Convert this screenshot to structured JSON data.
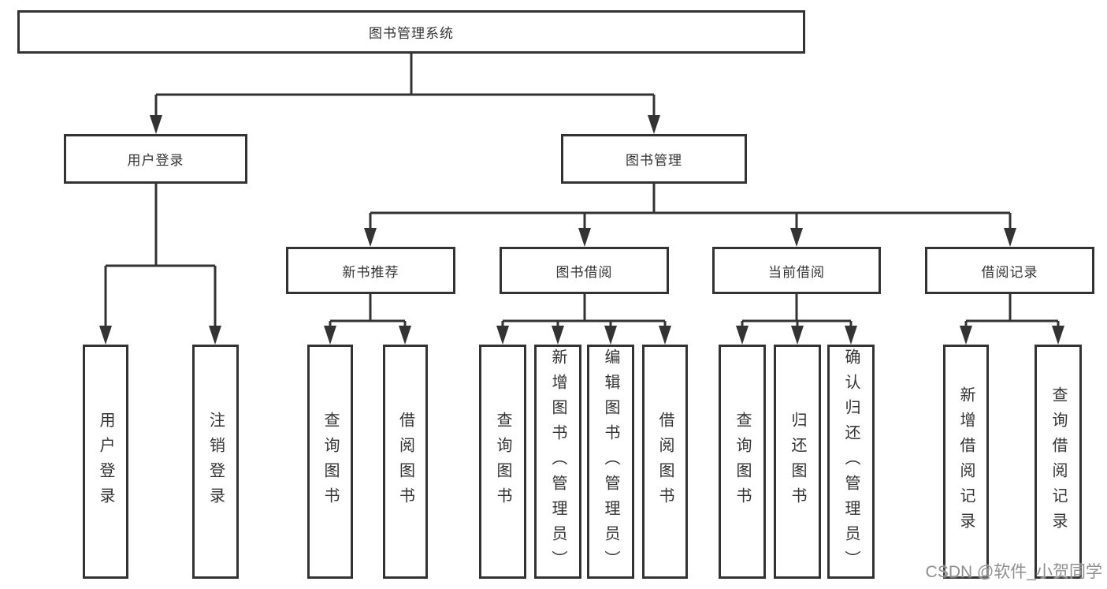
{
  "diagram_type": "hierarchy-diagram",
  "colors": {
    "line": "#333333",
    "box_border": "#333333",
    "box_background": "#ffffff",
    "text": "#333333",
    "watermark_text": "#8f8f8f"
  },
  "tree": {
    "label": "图书管理系统",
    "children": [
      {
        "label": "用户登录",
        "children": [
          {
            "label": "用户登录"
          },
          {
            "label": "注销登录"
          }
        ]
      },
      {
        "label": "图书管理",
        "children": [
          {
            "label": "新书推荐",
            "children": [
              {
                "label": "查询图书"
              },
              {
                "label": "借阅图书"
              }
            ]
          },
          {
            "label": "图书借阅",
            "children": [
              {
                "label": "查询图书"
              },
              {
                "label": "新增图书（管理员）"
              },
              {
                "label": "编辑图书（管理员）"
              },
              {
                "label": "借阅图书"
              }
            ]
          },
          {
            "label": "当前借阅",
            "children": [
              {
                "label": "查询图书"
              },
              {
                "label": "归还图书"
              },
              {
                "label": "确认归还（管理员）"
              }
            ]
          },
          {
            "label": "借阅记录",
            "children": [
              {
                "label": "新增借阅记录"
              },
              {
                "label": "查询借阅记录"
              }
            ]
          }
        ]
      }
    ]
  },
  "watermark": {
    "text": "CSDN @软件_小贺同学"
  }
}
